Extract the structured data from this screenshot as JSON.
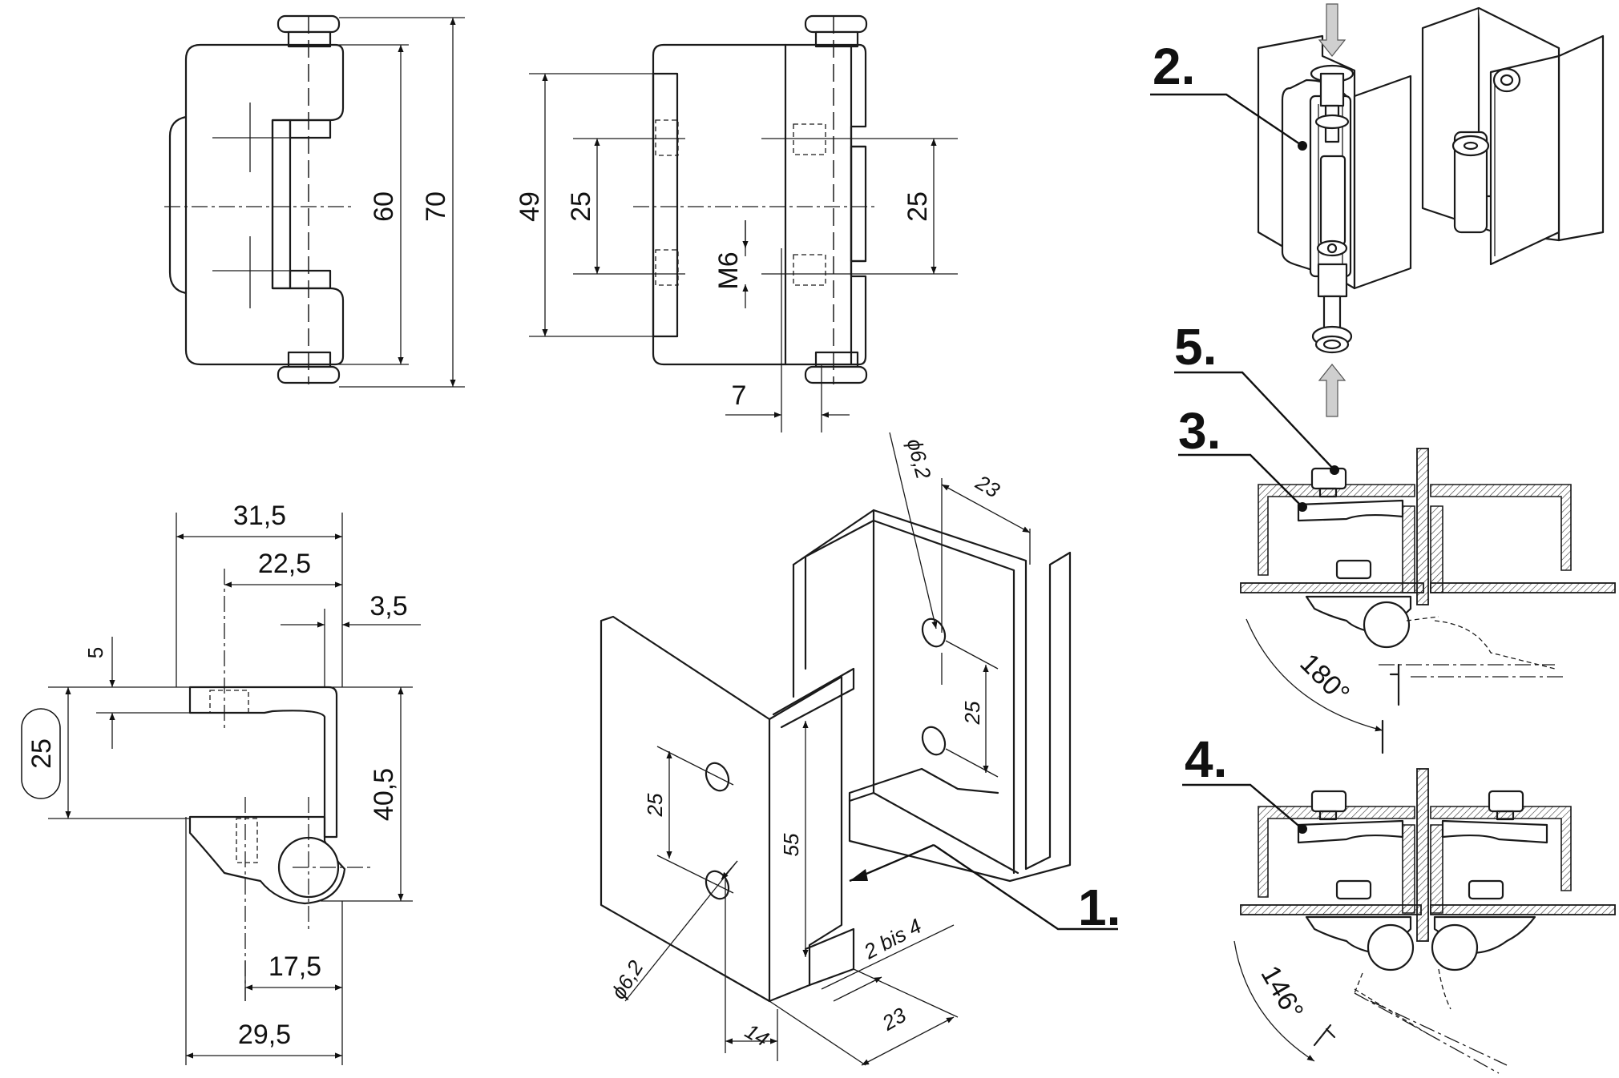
{
  "dimensions": {
    "front_view": {
      "height_inner": "60",
      "height_total": "70"
    },
    "side_view": {
      "height_49": "49",
      "pitch_left": "25",
      "pitch_right": "25",
      "thread": "M6",
      "offset": "7"
    },
    "top_view": {
      "width_31_5": "31,5",
      "width_22_5": "22,5",
      "width_3_5": "3,5",
      "depth_5": "5",
      "height_25_boxed": "25",
      "height_40_5": "40,5",
      "width_17_5": "17,5",
      "width_29_5": "29,5"
    },
    "cutout": {
      "hole_dia_top": "ϕ6,2",
      "hole_dia_bottom": "ϕ6,2",
      "width_23_top": "23",
      "pitch_right": "25",
      "pitch_left": "25",
      "height_55": "55",
      "thickness": "2 bis 4",
      "width_23_bottom": "23",
      "width_14": "14"
    }
  },
  "angles": {
    "open_3": "180°",
    "open_4": "146°"
  },
  "callouts": {
    "c1": "1.",
    "c2": "2.",
    "c3": "3.",
    "c4": "4.",
    "c5": "5."
  }
}
